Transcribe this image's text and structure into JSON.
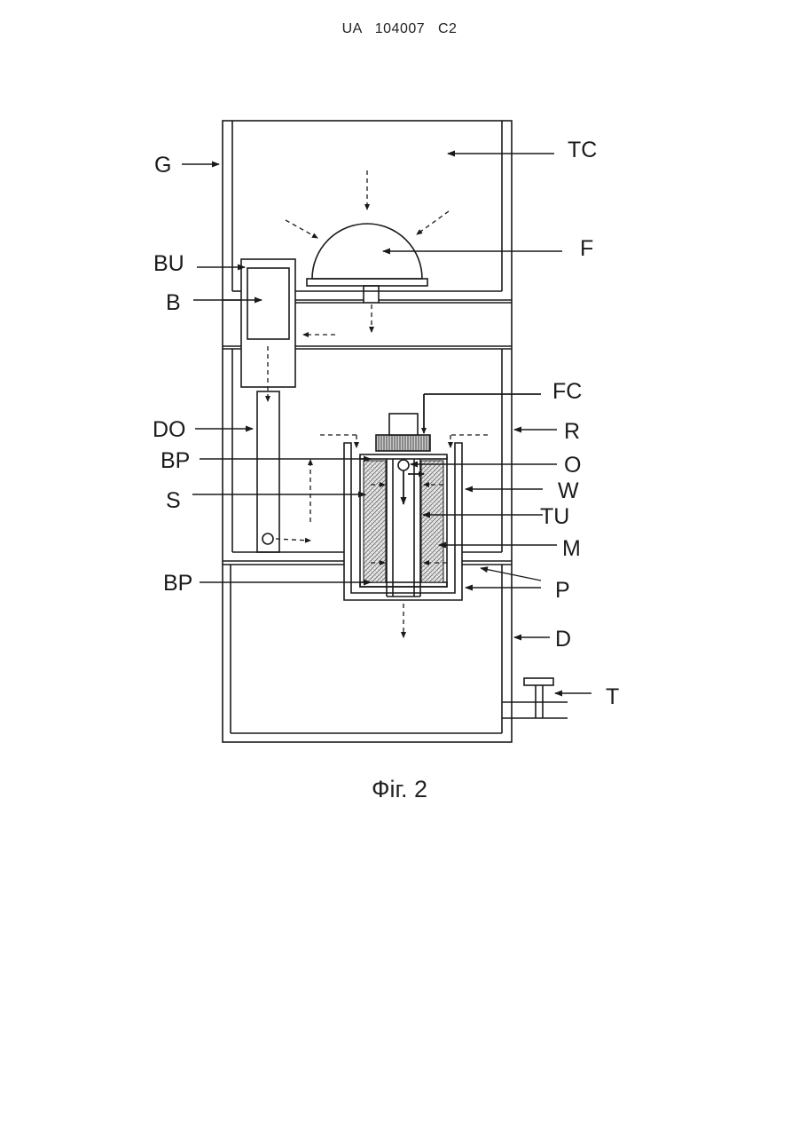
{
  "header": {
    "doc_id": "UA   104007   C2"
  },
  "caption": "Фіг. 2",
  "labels": {
    "G": "G",
    "TC": "TC",
    "F": "F",
    "BU": "BU",
    "B": "B",
    "FC": "FC",
    "DO": "DO",
    "R": "R",
    "BP_top": "BP",
    "O": "O",
    "S": "S",
    "W": "W",
    "TU": "TU",
    "M": "M",
    "BP_bottom": "BP",
    "P": "P",
    "D": "D",
    "T": "T"
  }
}
